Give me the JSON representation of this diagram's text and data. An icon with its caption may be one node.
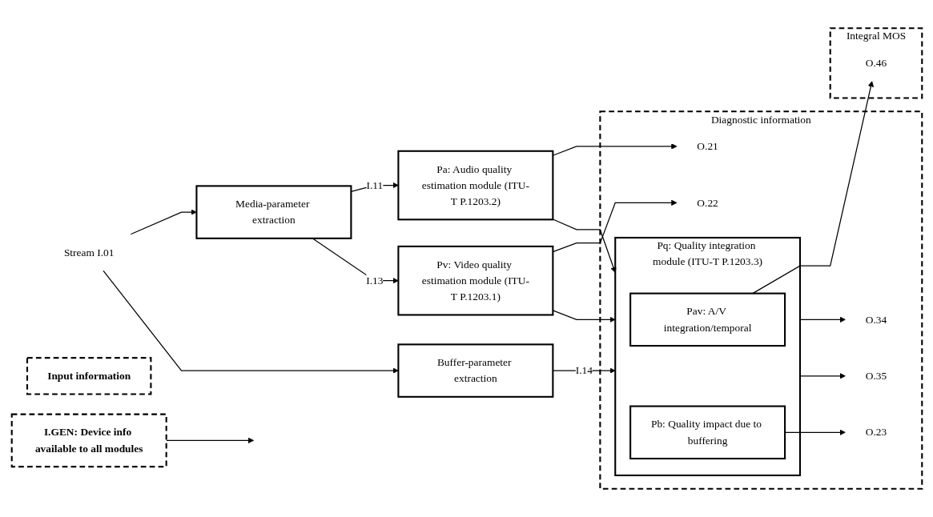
{
  "diagram": {
    "nodes": [
      {
        "text": [
          "Stream I.01"
        ]
      },
      {
        "text": [
          "Media-parameter extraction"
        ]
      },
      {
        "text": [
          "Buffer-parameter extraction"
        ]
      },
      {
        "text": [
          "Input information"
        ]
      },
      {
        "text": [
          "Pa: Audio quality estimation module (ITU-T P.1203.2)"
        ]
      },
      {
        "text": [
          "Pv: Video quality estimation module (ITU-T P.1203.1)"
        ]
      },
      {
        "text": [
          "I.GEN: Device info available to all modules"
        ]
      },
      {
        "text": [
          "Diagnostic information"
        ]
      },
      {
        "text": [
          "Pq: Quality integration module (ITU-T P.1203.3)"
        ],
        "in": 7
      },
      {
        "text": [
          "Pav: A/V integration/temporal"
        ],
        "in": 8
      },
      {
        "text": [
          "Pb: Quality impact due to buffering"
        ],
        "in": 8
      },
      {
        "text": [
          "O.21"
        ],
        "in": 7
      },
      {
        "text": [
          "O.22"
        ],
        "in": 7
      },
      {
        "text": [
          "O.34"
        ],
        "in": 7
      },
      {
        "text": [
          "O.35"
        ],
        "in": 7
      },
      {
        "text": [
          "O.23"
        ],
        "in": 7
      },
      {
        "text": [
          "Integral MOS"
        ]
      },
      {
        "text": [
          "O.46"
        ],
        "in": 16
      }
    ],
    "edges": [
      {
        "from": 0,
        "to": 1,
        "arrow": "to"
      },
      {
        "from": 0,
        "to": 2,
        "arrow": "to"
      },
      {
        "from": 1,
        "to": 4,
        "arrow": "to",
        "label": "I.11"
      },
      {
        "from": 1,
        "to": 5,
        "arrow": "to",
        "label": "I.13"
      },
      {
        "from": 2,
        "to": 8,
        "arrow": "to",
        "label": "I.14"
      },
      {
        "from": 4,
        "to": 11,
        "arrow": "to"
      },
      {
        "from": 4,
        "to": 8,
        "arrow": "to"
      },
      {
        "from": 5,
        "to": 12,
        "arrow": "to"
      },
      {
        "from": 5,
        "to": 8,
        "arrow": "to"
      },
      {
        "from": 8,
        "to": 13,
        "arrow": "to"
      },
      {
        "from": 8,
        "to": 14,
        "arrow": "to"
      },
      {
        "from": 9,
        "to": 17,
        "arrow": "to"
      },
      {
        "from": 10,
        "to": 15,
        "arrow": "to"
      },
      {
        "from": 6,
        "to": null,
        "arrow": "to"
      }
    ]
  }
}
